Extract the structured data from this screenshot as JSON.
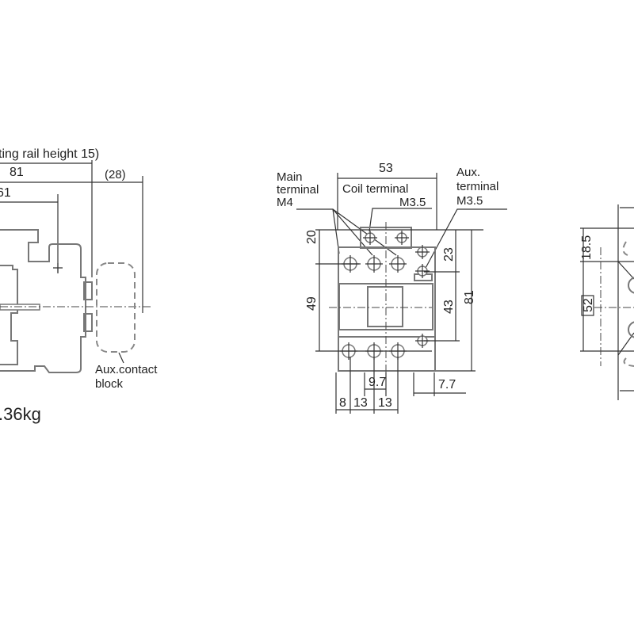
{
  "side_view": {
    "rail_note": "ting rail height 15)",
    "dim_81": "81",
    "dim_28": "(28)",
    "dim_61": "61",
    "aux_label_1": "Aux.contact",
    "aux_label_2": "block",
    "weight": ".36kg"
  },
  "front_view": {
    "dim_53": "53",
    "main_terminal_1": "Main",
    "main_terminal_2": "terminal",
    "main_terminal_3": "M4",
    "coil_terminal_1": "Coil terminal",
    "coil_terminal_2": "M3.5",
    "aux_terminal_1": "Aux.",
    "aux_terminal_2": "terminal",
    "aux_terminal_3": "M3.5",
    "dim_20": "20",
    "dim_49": "49",
    "dim_23": "23",
    "dim_43": "43",
    "dim_81": "81",
    "dim_9_7": "9.7",
    "dim_7_7": "7.7",
    "dim_8": "8",
    "dim_13a": "13",
    "dim_13b": "13"
  },
  "mounting_view": {
    "dim_18_5": "18.5",
    "dim_52": "52"
  }
}
